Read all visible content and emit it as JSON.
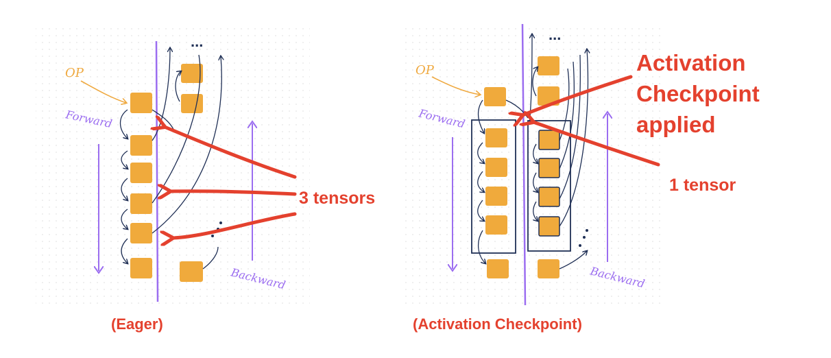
{
  "left_panel": {
    "caption": "(Eager)",
    "op_label": "OP",
    "forward_label": "Forward",
    "backward_label": "Backward",
    "ellipsis": "...",
    "tensor_annotation": "3 tensors"
  },
  "right_panel": {
    "caption": "(Activation Checkpoint)",
    "op_label": "OP",
    "forward_label": "Forward",
    "backward_label": "Backward",
    "ellipsis": "...",
    "checkpoint_annotation_lines": [
      "Activation",
      "Checkpoint",
      "applied"
    ],
    "tensor_annotation": "1 tensor"
  },
  "colors": {
    "op_box": "#F0AA3C",
    "divider": "#9B6DF0",
    "label_purple": "#9B6DF0",
    "op_label": "#EFA940",
    "annotation_red": "#E4412E",
    "ink": "#1F2F55",
    "dot_grid": "#e6e6e6"
  }
}
